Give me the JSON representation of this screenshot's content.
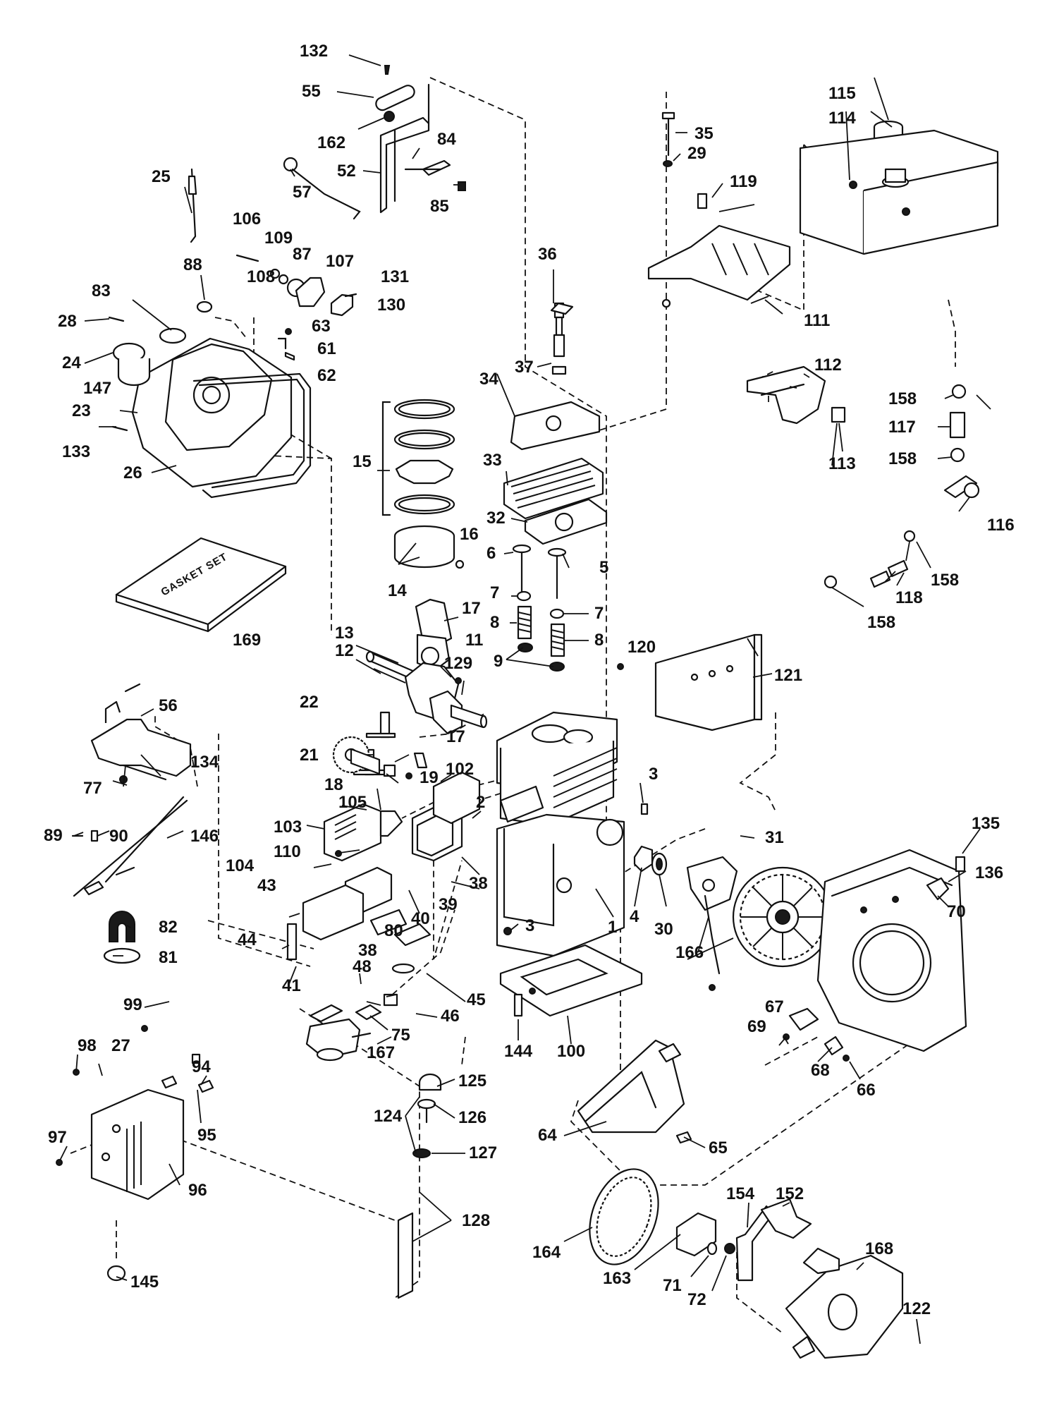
{
  "gasket_box_text": "GASKET SET",
  "callouts": [
    {
      "id": "c132",
      "text": "132"
    },
    {
      "id": "c55",
      "text": "55"
    },
    {
      "id": "c162",
      "text": "162"
    },
    {
      "id": "c84",
      "text": "84"
    },
    {
      "id": "c52",
      "text": "52"
    },
    {
      "id": "c57",
      "text": "57"
    },
    {
      "id": "c85",
      "text": "85"
    },
    {
      "id": "c25",
      "text": "25"
    },
    {
      "id": "c106",
      "text": "106"
    },
    {
      "id": "c109",
      "text": "109"
    },
    {
      "id": "c87",
      "text": "87"
    },
    {
      "id": "c107",
      "text": "107"
    },
    {
      "id": "c131",
      "text": "131"
    },
    {
      "id": "c108",
      "text": "108"
    },
    {
      "id": "c130",
      "text": "130"
    },
    {
      "id": "c88",
      "text": "88"
    },
    {
      "id": "c83",
      "text": "83"
    },
    {
      "id": "c28",
      "text": "28"
    },
    {
      "id": "c63",
      "text": "63"
    },
    {
      "id": "c61",
      "text": "61"
    },
    {
      "id": "c62",
      "text": "62"
    },
    {
      "id": "c24",
      "text": "24"
    },
    {
      "id": "c147",
      "text": "147"
    },
    {
      "id": "c23",
      "text": "23"
    },
    {
      "id": "c133",
      "text": "133"
    },
    {
      "id": "c26",
      "text": "26"
    },
    {
      "id": "c35",
      "text": "35"
    },
    {
      "id": "c29",
      "text": "29"
    },
    {
      "id": "c119",
      "text": "119"
    },
    {
      "id": "c115",
      "text": "115"
    },
    {
      "id": "c114",
      "text": "114"
    },
    {
      "id": "c36",
      "text": "36"
    },
    {
      "id": "c111",
      "text": "111"
    },
    {
      "id": "c37",
      "text": "37"
    },
    {
      "id": "c34",
      "text": "34"
    },
    {
      "id": "c112",
      "text": "112"
    },
    {
      "id": "c158a",
      "text": "158"
    },
    {
      "id": "c113",
      "text": "113"
    },
    {
      "id": "c117",
      "text": "117"
    },
    {
      "id": "c158b",
      "text": "158"
    },
    {
      "id": "c15",
      "text": "15"
    },
    {
      "id": "c33",
      "text": "33"
    },
    {
      "id": "c116",
      "text": "116"
    },
    {
      "id": "c32",
      "text": "32"
    },
    {
      "id": "c16",
      "text": "16"
    },
    {
      "id": "c6",
      "text": "6"
    },
    {
      "id": "c5",
      "text": "5"
    },
    {
      "id": "c158c",
      "text": "158"
    },
    {
      "id": "c14",
      "text": "14"
    },
    {
      "id": "c118",
      "text": "118"
    },
    {
      "id": "c169",
      "text": "169"
    },
    {
      "id": "c17a",
      "text": "17"
    },
    {
      "id": "c7a",
      "text": "7"
    },
    {
      "id": "c7b",
      "text": "7"
    },
    {
      "id": "c158d",
      "text": "158"
    },
    {
      "id": "c8a",
      "text": "8"
    },
    {
      "id": "c8b",
      "text": "8"
    },
    {
      "id": "c13",
      "text": "13"
    },
    {
      "id": "c11",
      "text": "11"
    },
    {
      "id": "c12",
      "text": "12"
    },
    {
      "id": "c120",
      "text": "120"
    },
    {
      "id": "c129",
      "text": "129"
    },
    {
      "id": "c9",
      "text": "9"
    },
    {
      "id": "c121",
      "text": "121"
    },
    {
      "id": "c56",
      "text": "56"
    },
    {
      "id": "c22",
      "text": "22"
    },
    {
      "id": "c17b",
      "text": "17"
    },
    {
      "id": "c134",
      "text": "134"
    },
    {
      "id": "c21",
      "text": "21"
    },
    {
      "id": "c102",
      "text": "102"
    },
    {
      "id": "c18",
      "text": "18"
    },
    {
      "id": "c19",
      "text": "19"
    },
    {
      "id": "c3a",
      "text": "3"
    },
    {
      "id": "c77",
      "text": "77"
    },
    {
      "id": "c105",
      "text": "105"
    },
    {
      "id": "c2",
      "text": "2"
    },
    {
      "id": "c103",
      "text": "103"
    },
    {
      "id": "c89",
      "text": "89"
    },
    {
      "id": "c90",
      "text": "90"
    },
    {
      "id": "c146",
      "text": "146"
    },
    {
      "id": "c31",
      "text": "31"
    },
    {
      "id": "c135",
      "text": "135"
    },
    {
      "id": "c110",
      "text": "110"
    },
    {
      "id": "c104",
      "text": "104"
    },
    {
      "id": "c38a",
      "text": "38"
    },
    {
      "id": "c136",
      "text": "136"
    },
    {
      "id": "c43",
      "text": "43"
    },
    {
      "id": "c70",
      "text": "70"
    },
    {
      "id": "c40",
      "text": "40"
    },
    {
      "id": "c39",
      "text": "39"
    },
    {
      "id": "c82",
      "text": "82"
    },
    {
      "id": "c44",
      "text": "44"
    },
    {
      "id": "c38b",
      "text": "38"
    },
    {
      "id": "c4",
      "text": "4"
    },
    {
      "id": "c3b",
      "text": "3"
    },
    {
      "id": "c1",
      "text": "1"
    },
    {
      "id": "c30",
      "text": "30"
    },
    {
      "id": "c80",
      "text": "80"
    },
    {
      "id": "c166",
      "text": "166"
    },
    {
      "id": "c81",
      "text": "81"
    },
    {
      "id": "c41",
      "text": "41"
    },
    {
      "id": "c48",
      "text": "48"
    },
    {
      "id": "c45",
      "text": "45"
    },
    {
      "id": "c46",
      "text": "46"
    },
    {
      "id": "c67",
      "text": "67"
    },
    {
      "id": "c99",
      "text": "99"
    },
    {
      "id": "c75",
      "text": "75"
    },
    {
      "id": "c69",
      "text": "69"
    },
    {
      "id": "c144",
      "text": "144"
    },
    {
      "id": "c100",
      "text": "100"
    },
    {
      "id": "c98",
      "text": "98"
    },
    {
      "id": "c27",
      "text": "27"
    },
    {
      "id": "c167",
      "text": "167"
    },
    {
      "id": "c94",
      "text": "94"
    },
    {
      "id": "c68",
      "text": "68"
    },
    {
      "id": "c66",
      "text": "66"
    },
    {
      "id": "c125",
      "text": "125"
    },
    {
      "id": "c124",
      "text": "124"
    },
    {
      "id": "c126",
      "text": "126"
    },
    {
      "id": "c97",
      "text": "97"
    },
    {
      "id": "c95",
      "text": "95"
    },
    {
      "id": "c64",
      "text": "64"
    },
    {
      "id": "c127",
      "text": "127"
    },
    {
      "id": "c65",
      "text": "65"
    },
    {
      "id": "c96",
      "text": "96"
    },
    {
      "id": "c154",
      "text": "154"
    },
    {
      "id": "c152",
      "text": "152"
    },
    {
      "id": "c128",
      "text": "128"
    },
    {
      "id": "c164",
      "text": "164"
    },
    {
      "id": "c168",
      "text": "168"
    },
    {
      "id": "c163",
      "text": "163"
    },
    {
      "id": "c71",
      "text": "71"
    },
    {
      "id": "c72",
      "text": "72"
    },
    {
      "id": "c145",
      "text": "145"
    },
    {
      "id": "c122",
      "text": "122"
    }
  ]
}
